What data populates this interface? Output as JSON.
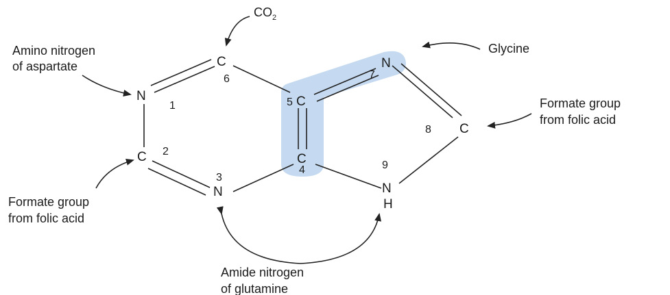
{
  "highlight_color": "#c5daf0",
  "atoms": {
    "n1": {
      "symbol": "N",
      "number": "1"
    },
    "c2": {
      "symbol": "C",
      "number": "2"
    },
    "n3": {
      "symbol": "N",
      "number": "3"
    },
    "c4": {
      "symbol": "C",
      "number": "4"
    },
    "c5": {
      "symbol": "C",
      "number": "5"
    },
    "c6": {
      "symbol": "C",
      "number": "6"
    },
    "n7": {
      "symbol": "N",
      "number": "7"
    },
    "c8": {
      "symbol": "C",
      "number": "8"
    },
    "n9": {
      "symbol": "N",
      "h": "H",
      "number": "9"
    }
  },
  "sources": {
    "co2": {
      "main": "CO",
      "sub": "2"
    },
    "aspartate": {
      "line1": "Amino nitrogen",
      "line2": "of aspartate"
    },
    "glycine": "Glycine",
    "formate_right": {
      "line1": "Formate group",
      "line2": "from folic acid"
    },
    "formate_left": {
      "line1": "Formate group",
      "line2": "from folic acid"
    },
    "glutamine": {
      "line1": "Amide nitrogen",
      "line2": "of glutamine"
    }
  }
}
